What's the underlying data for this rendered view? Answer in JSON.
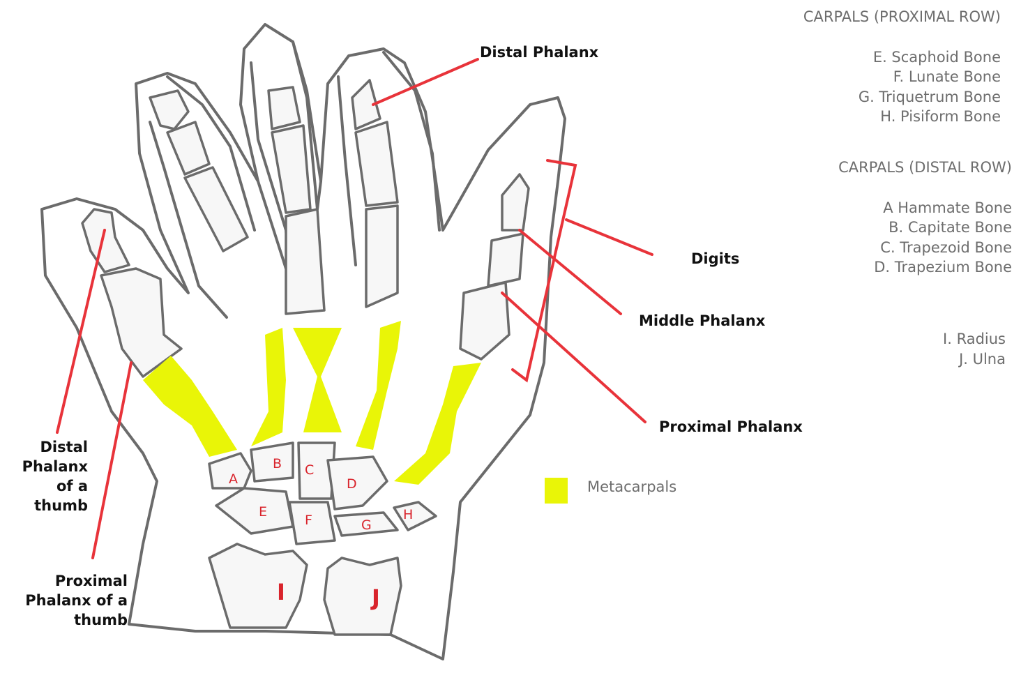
{
  "callouts": {
    "distal_phalanx": "Distal Phalanx",
    "digits": "Digits",
    "middle_phalanx": "Middle Phalanx",
    "proximal_phalanx": "Proximal Phalanx",
    "thumb_distal": [
      "Distal",
      "Phalanx",
      "of a",
      "thumb"
    ],
    "thumb_proximal": [
      "Proximal",
      "Phalanx of a",
      "thumb"
    ]
  },
  "key": {
    "proximal_heading": "CARPALS (PROXIMAL ROW)",
    "proximal_items": [
      "E. Scaphoid Bone",
      "F. Lunate Bone",
      "G. Triquetrum Bone",
      "H. Pisiform Bone"
    ],
    "distal_heading": "CARPALS (DISTAL ROW)",
    "distal_items": [
      "A Hammate Bone",
      "B. Capitate Bone",
      "C. Trapezoid Bone",
      "D. Trapezium Bone"
    ],
    "forearm_items": [
      "I. Radius",
      "J. Ulna"
    ]
  },
  "legend": {
    "label": "Metacarpals",
    "color": "#e9f507"
  },
  "bone_letters": [
    "A",
    "B",
    "C",
    "D",
    "E",
    "F",
    "G",
    "H",
    "I",
    "J"
  ],
  "colors": {
    "outline": "#6b6b6b",
    "leader": "#e8333a",
    "letters": "#d9242c",
    "key_text": "#6d6d6d"
  }
}
